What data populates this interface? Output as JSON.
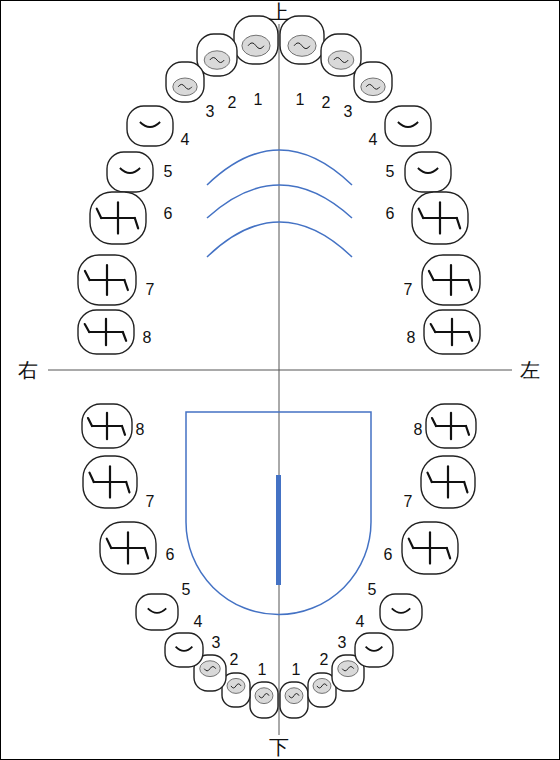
{
  "diagram": {
    "labels": [
      "上",
      "1",
      "2",
      "3",
      "4",
      "5",
      "6",
      "7",
      "8",
      "1",
      "2",
      "3",
      "4",
      "5",
      "6",
      "7",
      "8",
      "右",
      "左",
      "1",
      "2",
      "3",
      "4",
      "5",
      "6",
      "7",
      "8",
      "1",
      "2",
      "3",
      "4",
      "5",
      "6",
      "7",
      "8",
      "下"
    ]
  }
}
